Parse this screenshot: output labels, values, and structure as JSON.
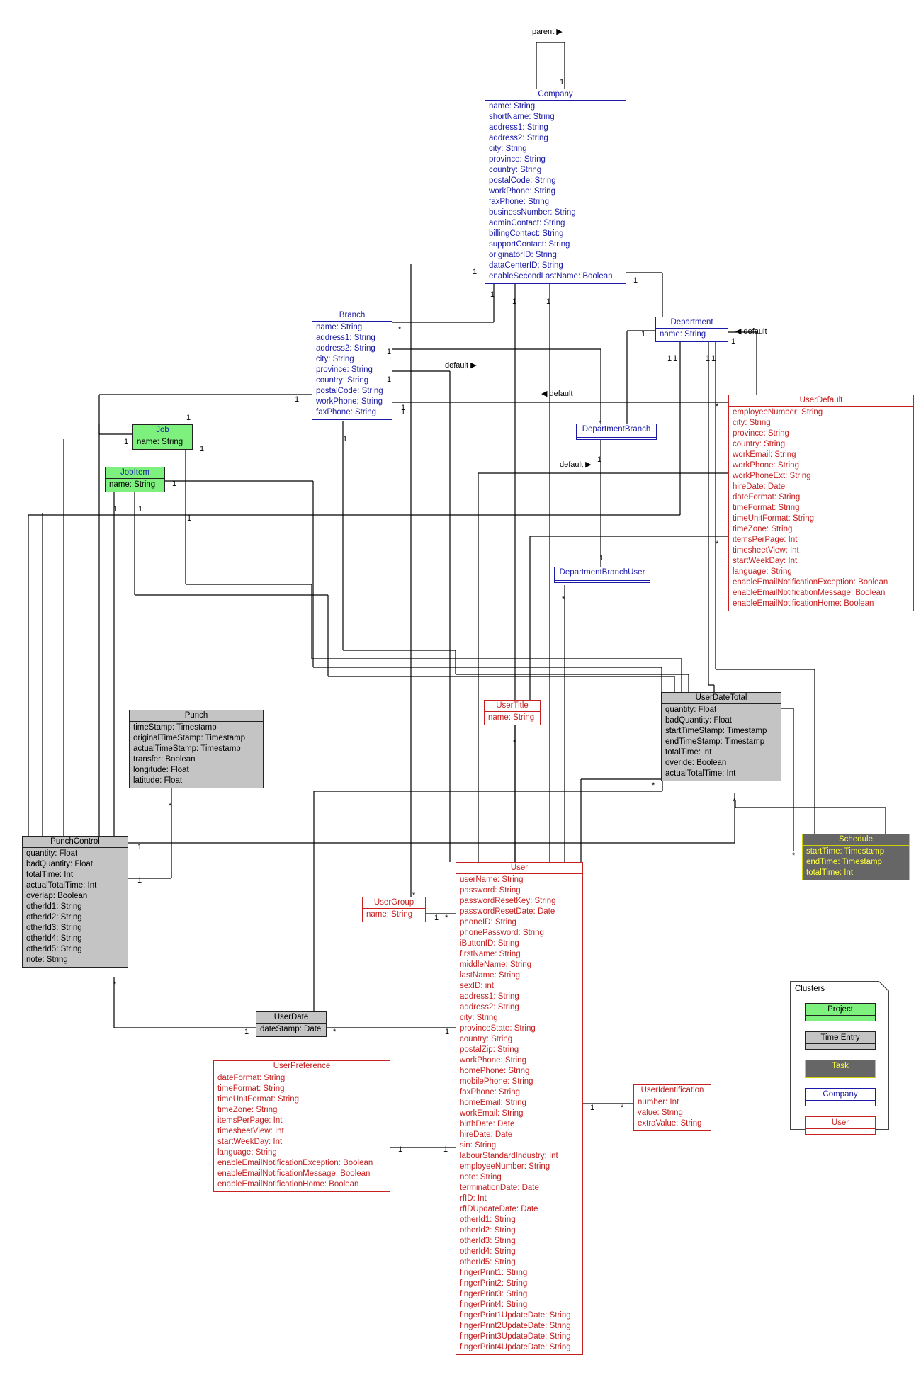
{
  "classes": {
    "company": {
      "name": "Company",
      "attrs": [
        "name: String",
        "shortName: String",
        "address1: String",
        "address2: String",
        "city: String",
        "province: String",
        "country: String",
        "postalCode: String",
        "workPhone: String",
        "faxPhone: String",
        "businessNumber: String",
        "adminContact: String",
        "billingContact: String",
        "supportContact: String",
        "originatorID: String",
        "dataCenterID: String",
        "enableSecondLastName: Boolean"
      ]
    },
    "branch": {
      "name": "Branch",
      "attrs": [
        "name: String",
        "address1: String",
        "address2: String",
        "city: String",
        "province: String",
        "country: String",
        "postalCode: String",
        "workPhone: String",
        "faxPhone: String"
      ]
    },
    "department": {
      "name": "Department",
      "attrs": [
        "name: String"
      ]
    },
    "department_branch": {
      "name": "DepartmentBranch",
      "attrs": []
    },
    "department_branch_user": {
      "name": "DepartmentBranchUser",
      "attrs": []
    },
    "user_default": {
      "name": "UserDefault",
      "attrs": [
        "employeeNumber: String",
        "city: String",
        "province: String",
        "country: String",
        "workEmail: String",
        "workPhone: String",
        "workPhoneExt: String",
        "hireDate: Date",
        "dateFormat: String",
        "timeFormat: String",
        "timeUnitFormat: String",
        "timeZone: String",
        "itemsPerPage: Int",
        "timesheetView: Int",
        "startWeekDay: Int",
        "language: String",
        "enableEmailNotificationException: Boolean",
        "enableEmailNotificationMessage: Boolean",
        "enableEmailNotificationHome: Boolean"
      ]
    },
    "job": {
      "name": "Job",
      "attrs": [
        "name: String"
      ]
    },
    "job_item": {
      "name": "JobItem",
      "attrs": [
        "name: String"
      ]
    },
    "punch": {
      "name": "Punch",
      "attrs": [
        "timeStamp: Timestamp",
        "originalTimeStamp: Timestamp",
        "actualTimeStamp: Timestamp",
        "transfer: Boolean",
        "longitude: Float",
        "latitude: Float"
      ]
    },
    "punch_control": {
      "name": "PunchControl",
      "attrs": [
        "quantity: Float",
        "badQuantity: Float",
        "totalTime: Int",
        "actualTotalTime: Int",
        "overlap: Boolean",
        "otherId1: String",
        "otherId2: String",
        "otherId3: String",
        "otherId4: String",
        "otherId5: String",
        "note: String"
      ]
    },
    "user_title": {
      "name": "UserTitle",
      "attrs": [
        "name: String"
      ]
    },
    "user_date_total": {
      "name": "UserDateTotal",
      "attrs": [
        "quantity: Float",
        "badQuantity: Float",
        "startTimeStamp: Timestamp",
        "endTimeStamp: Timestamp",
        "totalTime: int",
        "overide: Boolean",
        "actualTotalTime: Int"
      ]
    },
    "schedule": {
      "name": "Schedule",
      "attrs": [
        "startTime: Timestamp",
        "endTime: Timestamp",
        "totalTime: Int"
      ]
    },
    "user_group": {
      "name": "UserGroup",
      "attrs": [
        "name: String"
      ]
    },
    "user": {
      "name": "User",
      "attrs": [
        "userName: String",
        "password: String",
        "passwordResetKey: String",
        "passwordResetDate: Date",
        "phoneID: String",
        "phonePassword: String",
        "iButtonID: String",
        "firstName: String",
        "middleName: String",
        "lastName: String",
        "sexID: int",
        "address1: String",
        "address2: String",
        "city: String",
        "provinceState: String",
        "country: String",
        "postalZip: String",
        "workPhone: String",
        "homePhone: String",
        "mobilePhone: String",
        "faxPhone: String",
        "homeEmail: String",
        "workEmail: String",
        "birthDate: Date",
        "hireDate: Date",
        "sin: String",
        "labourStandardIndustry: Int",
        "employeeNumber: String",
        "note: String",
        "terminationDate: Date",
        "rfID: Int",
        "rfIDUpdateDate: Date",
        "otherId1: String",
        "otherId2: String",
        "otherId3: String",
        "otherId4: String",
        "otherId5: String",
        "fingerPrint1: String",
        "fingerPrint2: String",
        "fingerPrint3: String",
        "fingerPrint4: String",
        "fingerPrint1UpdateDate: String",
        "fingerPrint2UpdateDate: String",
        "fingerPrint3UpdateDate: String",
        "fingerPrint4UpdateDate: String"
      ]
    },
    "user_date": {
      "name": "UserDate",
      "attrs": [
        "dateStamp: Date"
      ]
    },
    "user_preference": {
      "name": "UserPreference",
      "attrs": [
        "dateFormat: String",
        "timeFormat: String",
        "timeUnitFormat: String",
        "timeZone: String",
        "itemsPerPage: Int",
        "timesheetView: Int",
        "startWeekDay: Int",
        "language: String",
        "enableEmailNotificationException: Boolean",
        "enableEmailNotificationMessage: Boolean",
        "enableEmailNotificationHome: Boolean"
      ]
    },
    "user_identification": {
      "name": "UserIdentification",
      "attrs": [
        "number: Int",
        "value: String",
        "extraValue: String"
      ]
    }
  },
  "edge_labels": {
    "parent": "parent ▶",
    "default_department": "◀ default",
    "default_branch_dept": "default ▶",
    "default_userdefault_branch": "◀ default",
    "default_deptbranch": "default ▶"
  },
  "multiplicity": {
    "one": "1",
    "many": "*"
  },
  "legend": {
    "title": "Clusters",
    "items": [
      {
        "label": "Project",
        "style": "green"
      },
      {
        "label": "Time Entry",
        "style": "gray"
      },
      {
        "label": "Task",
        "style": "olive"
      },
      {
        "label": "Company",
        "style": "blue"
      },
      {
        "label": "User",
        "style": "red"
      }
    ]
  }
}
